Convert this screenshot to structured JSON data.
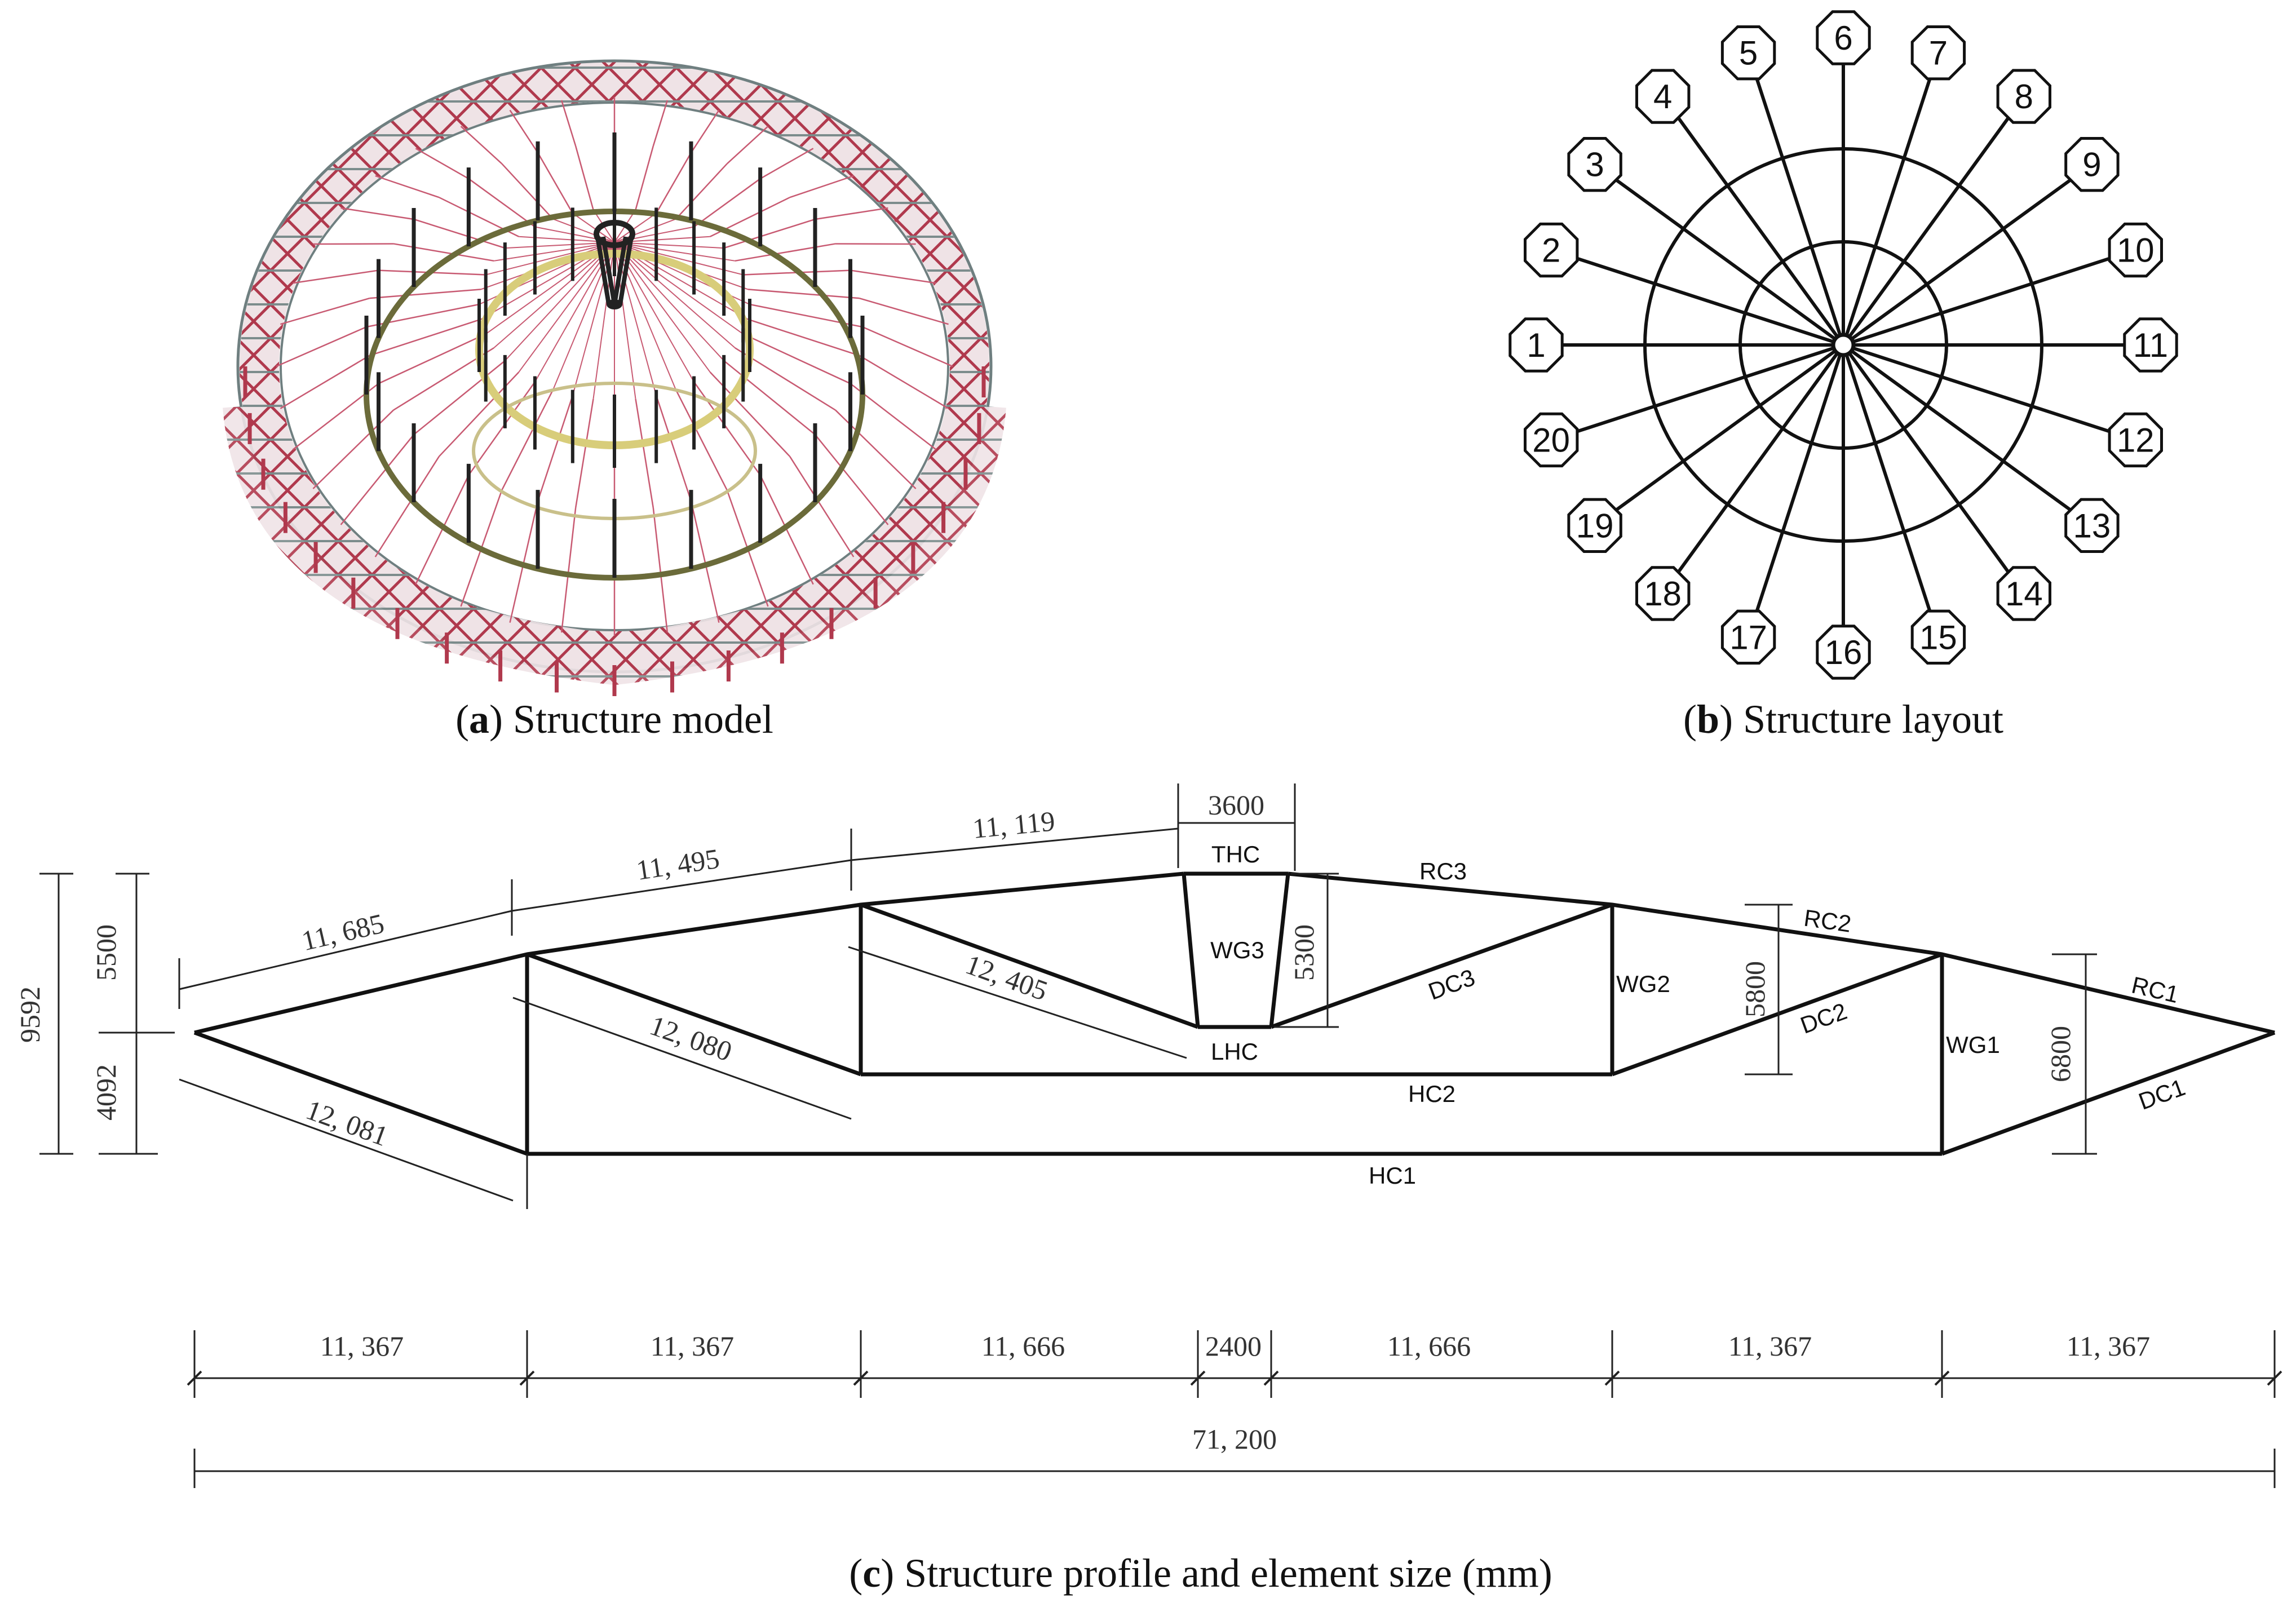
{
  "panel_a": {
    "caption_letter": "a",
    "caption_text": "Structure model",
    "colors": {
      "outer_truss": "#b0394d",
      "outer_truss_light": "#d9a6b0",
      "cable": "#c85a72",
      "post": "#222222",
      "inner_ring": "#d8cd7a"
    }
  },
  "panel_b": {
    "caption_letter": "b",
    "caption_text": "Structure layout",
    "nodes": [
      "1",
      "2",
      "3",
      "4",
      "5",
      "6",
      "7",
      "8",
      "9",
      "10",
      "11",
      "12",
      "13",
      "14",
      "15",
      "16",
      "17",
      "18",
      "19",
      "20"
    ]
  },
  "panel_c": {
    "caption_letter": "c",
    "caption_text": "Structure profile and element size (mm)",
    "elements": {
      "thc": "THC",
      "rc3": "RC3",
      "wg3": "WG3",
      "dc3": "DC3",
      "lhc": "LHC",
      "wg2": "WG2",
      "rc2": "RC2",
      "dc2": "DC2",
      "wg1": "WG1",
      "rc1": "RC1",
      "dc1": "DC1",
      "hc2": "HC2",
      "hc1": "HC1"
    },
    "dims": {
      "top_chord_1": "11, 685",
      "top_chord_2": "11, 495",
      "top_chord_3": "11, 119",
      "top_width": "3600",
      "diag_1": "12, 080",
      "diag_2": "12, 405",
      "diag_3": "12, 081",
      "left_height_total": "9592",
      "left_height_upper": "5500",
      "left_height_lower": "4092",
      "center_height": "5300",
      "right_height_mid": "5800",
      "right_height_end": "6800",
      "bottom_spans": [
        "11, 367",
        "11, 367",
        "11, 666",
        "2400",
        "11, 666",
        "11, 367",
        "11, 367"
      ],
      "total_span": "71, 200"
    }
  }
}
